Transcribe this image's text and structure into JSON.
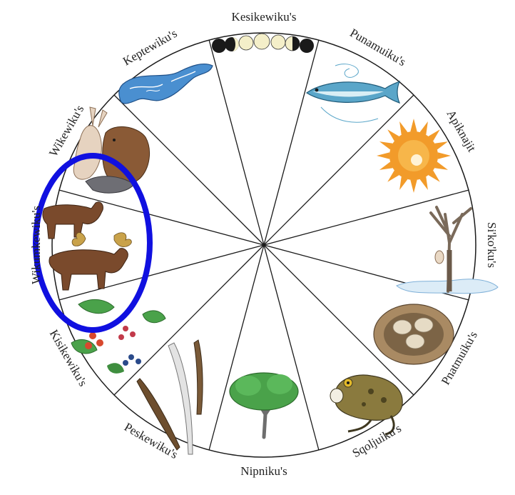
{
  "diagram": {
    "type": "seasonal-wheel",
    "segments": [
      {
        "label": "Kesikewiku's",
        "image": "moon-phases"
      },
      {
        "label": "Punamuiku's",
        "image": "fish"
      },
      {
        "label": "Apiknajit",
        "image": "sun"
      },
      {
        "label": "Si'ko'ku's",
        "image": "bare-tree-in-snow"
      },
      {
        "label": "Pnatmuiku's",
        "image": "bird-nest-with-eggs"
      },
      {
        "label": "Sqoljuiku's",
        "image": "frog"
      },
      {
        "label": "Nipniku's",
        "image": "leafy-tree"
      },
      {
        "label": "Peskewiku's",
        "image": "feathers"
      },
      {
        "label": "Kisikewiku's",
        "image": "berries-and-leaves"
      },
      {
        "label": "Wikumkewiku's",
        "image": "moose"
      },
      {
        "label": "Wikewiku's",
        "image": "hare-beaver-otter"
      },
      {
        "label": "Keptewiku's",
        "image": "frozen-river-map"
      }
    ],
    "highlight": {
      "segment": "Wikumkewiku's",
      "color": "#1010e0"
    },
    "colors": {
      "line": "#1a1a1a",
      "sun": "#f29b2a",
      "ice": "#4a8fd0",
      "moose": "#7a4a2c",
      "tree_green": "#4aa24a"
    }
  }
}
